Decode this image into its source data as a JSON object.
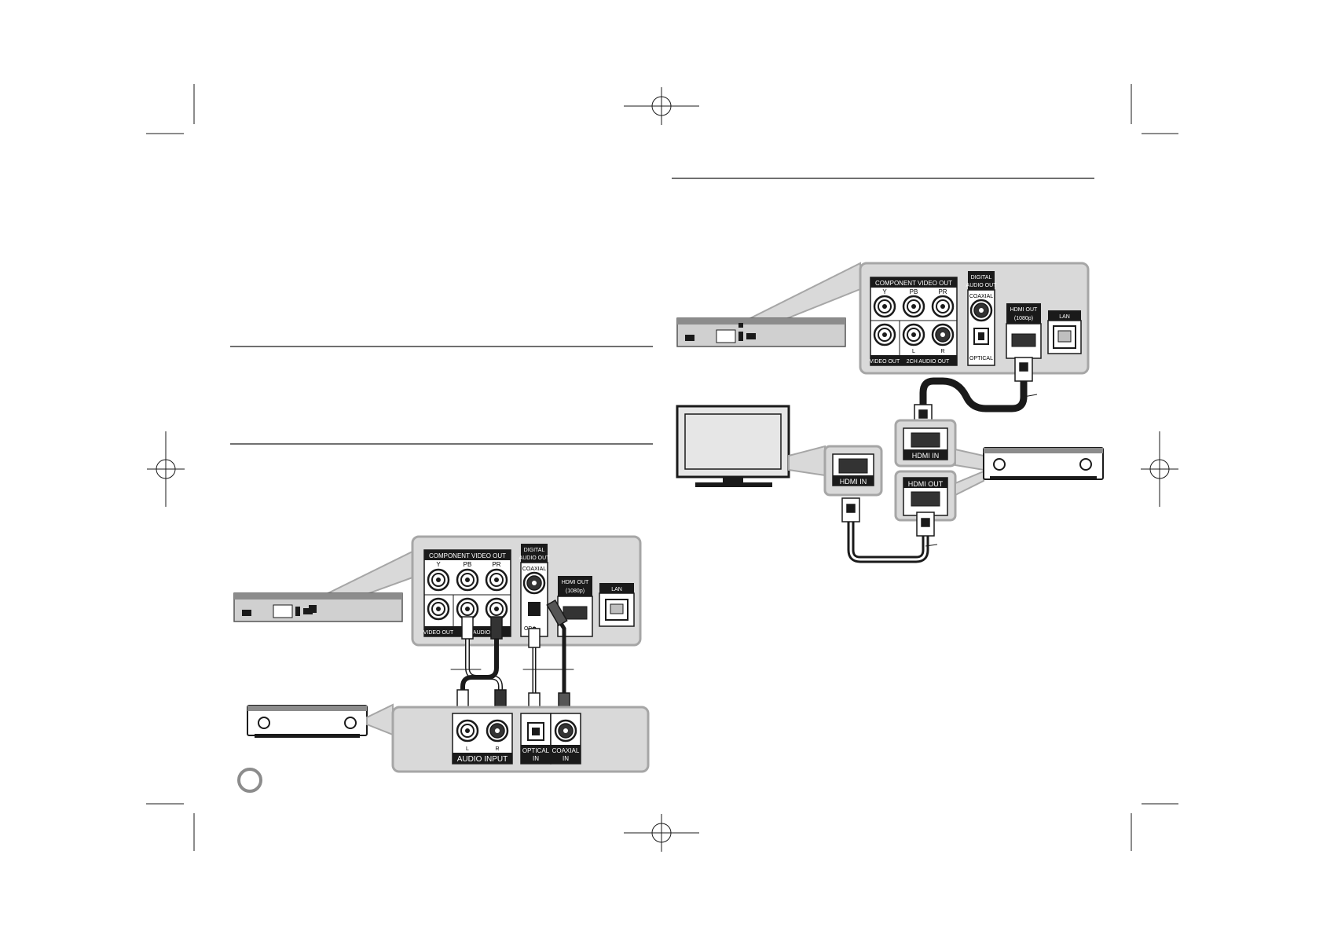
{
  "colors": {
    "panel_fill": "#d9d9d9",
    "panel_stroke": "#a6a6a6",
    "ink": "#1a1a1a",
    "label_bg": "#1a1a1a",
    "label_fg": "#ffffff",
    "device_fill": "#8c8c8c",
    "screen_fill": "#e6e6e6"
  },
  "player_panel": {
    "component_video_out": "COMPONENT VIDEO OUT",
    "y": "Y",
    "pb": "PB",
    "pr": "PR",
    "digital_audio_out_line1": "DIGITAL",
    "digital_audio_out_line2": "AUDIO OUT",
    "coaxial": "COAXIAL",
    "optical": "OPTICAL",
    "hdmi_out_line1": "HDMI OUT",
    "hdmi_out_line2": "(1080p)",
    "lan": "LAN",
    "video_out": "VIDEO OUT",
    "audio_out_2ch": "2CH AUDIO OUT",
    "audio_out_partial": "AUDIO",
    "optical_partial": "OP",
    "l": "L",
    "r": "R"
  },
  "receiver_panel": {
    "audio_input": "AUDIO INPUT",
    "optical_in_line1": "OPTICAL",
    "optical_in_line2": "IN",
    "coaxial_in_line1": "COAXIAL",
    "coaxial_in_line2": "IN",
    "l": "L",
    "r": "R"
  },
  "hdmi_ports": {
    "hdmi_in": "HDMI IN",
    "hdmi_out": "HDMI OUT"
  }
}
